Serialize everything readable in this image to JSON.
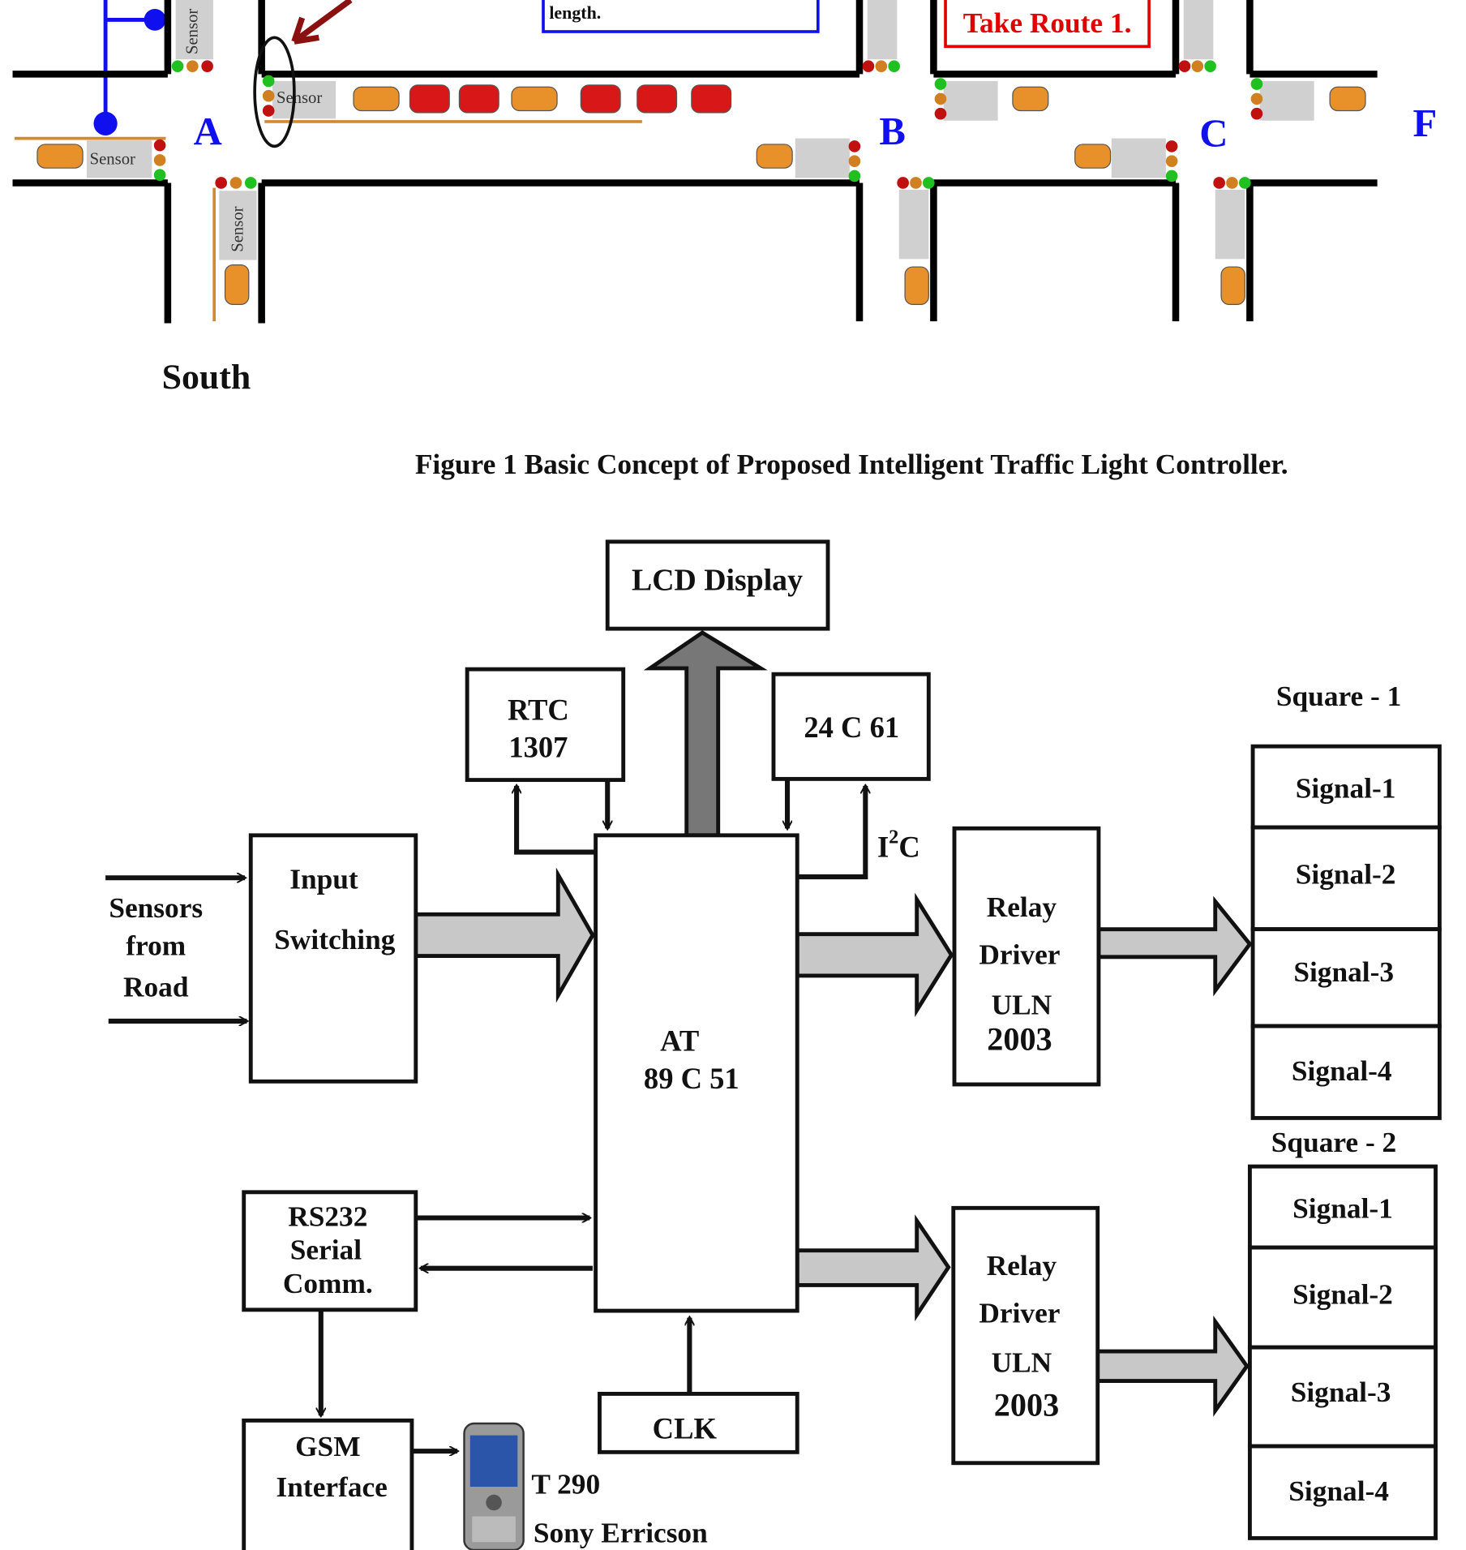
{
  "map": {
    "info_box_text": "length.",
    "route_box_text": "Take Route 1.",
    "sensor_label": "Sensor",
    "junctions": [
      "A",
      "B",
      "C",
      "F"
    ],
    "direction_label": "South",
    "colors": {
      "junction_label": "#1010ee",
      "route_text": "#e00000",
      "info_box": "#1010ee",
      "arrow": "#8b1010"
    }
  },
  "caption": "Figure 1 Basic Concept of Proposed Intelligent Traffic Light Controller.",
  "block_diagram": {
    "lcd": "LCD Display",
    "rtc": [
      "RTC",
      "1307"
    ],
    "eeprom": "24 C 61",
    "i2c": {
      "base": "I",
      "sup": "2",
      "rest": "C"
    },
    "sensors": [
      "Sensors",
      "from",
      "Road"
    ],
    "input_switching": [
      "Input",
      "Switching"
    ],
    "mcu": [
      "AT",
      "89 C 51"
    ],
    "relay1": [
      "Relay",
      "Driver",
      "ULN",
      "2003"
    ],
    "relay2": [
      "Relay",
      "Driver",
      "ULN",
      "2003"
    ],
    "rs232": [
      "RS232",
      "Serial",
      "Comm."
    ],
    "gsm": [
      "GSM",
      "Interface"
    ],
    "clk": "CLK",
    "phone": [
      "T 290",
      "Sony Erricson"
    ],
    "square1": {
      "title": "Square - 1",
      "signals": [
        "Signal-1",
        "Signal-2",
        "Signal-3",
        "Signal-4"
      ]
    },
    "square2": {
      "title": "Square - 2",
      "signals": [
        "Signal-1",
        "Signal-2",
        "Signal-3",
        "Signal-4"
      ]
    }
  }
}
